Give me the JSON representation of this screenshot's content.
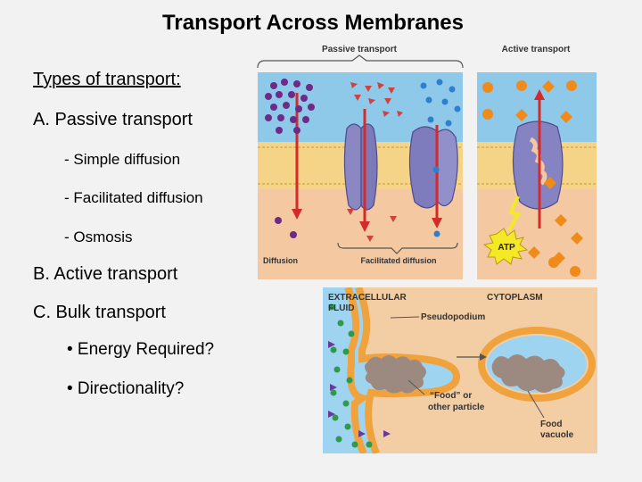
{
  "slide": {
    "title": "Transport Across Membranes",
    "types_heading": "Types of transport:",
    "items": [
      "A.  Passive transport",
      "- Simple diffusion",
      "- Facilitated diffusion",
      "- Osmosis",
      "B.  Active transport",
      "C.  Bulk transport",
      "• Energy Required?",
      "• Directionality?"
    ]
  },
  "membrane_figure": {
    "passive_label": "Passive transport",
    "active_label": "Active transport",
    "diffusion_label": "Diffusion",
    "facilitated_label": "Facilitated diffusion",
    "atp_label": "ATP",
    "colors": {
      "extracellular": "#8ec9ea",
      "cytoplasm": "#f4c9a2",
      "heads": "#f5d488",
      "protein": "#8a87c2",
      "arrow": "#d42a2a",
      "solute_purple": "#6e2a86",
      "solute_red": "#d0423f",
      "solute_blue": "#2e7fd0",
      "solute_orange": "#f08a18"
    }
  },
  "bulk_figure": {
    "extracellular_label": "EXTRACELLULAR\nFLUID",
    "cytoplasm_label": "CYTOPLASM",
    "pseudopodium_label": "Pseudopodium",
    "food_label": "“Food” or\nother particle",
    "vacuole_label": "Food\nvacuole",
    "colors": {
      "fluid": "#9ed4ef",
      "cytoplasm": "#f3cda4",
      "membrane": "#f0a23c",
      "food": "#9c8a80",
      "green": "#2e9a4a",
      "purple": "#6a3a98"
    }
  }
}
